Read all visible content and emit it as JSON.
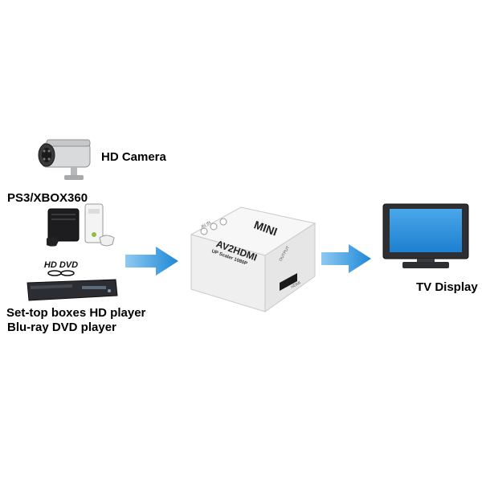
{
  "sources": {
    "camera_label": "HD Camera",
    "console_label": "PS3/XBOX360",
    "settop_line1": "Set-top boxes HD player",
    "settop_line2": "Blu-ray DVD player",
    "hddvd_logo": "HD DVD"
  },
  "converter": {
    "brand": "MINI",
    "model": "AV2HDMI",
    "subtitle": "UP Scaler 1080P",
    "input_port_label": "AV IN",
    "output_port_label": "OUTPUT",
    "hdmi_port_label": "HDMI"
  },
  "destination": {
    "tv_label": "TV Display"
  },
  "colors": {
    "arrow": "#1e88d6",
    "tv_screen": "#2a8fd8",
    "device_body": "#f2f2f2"
  }
}
